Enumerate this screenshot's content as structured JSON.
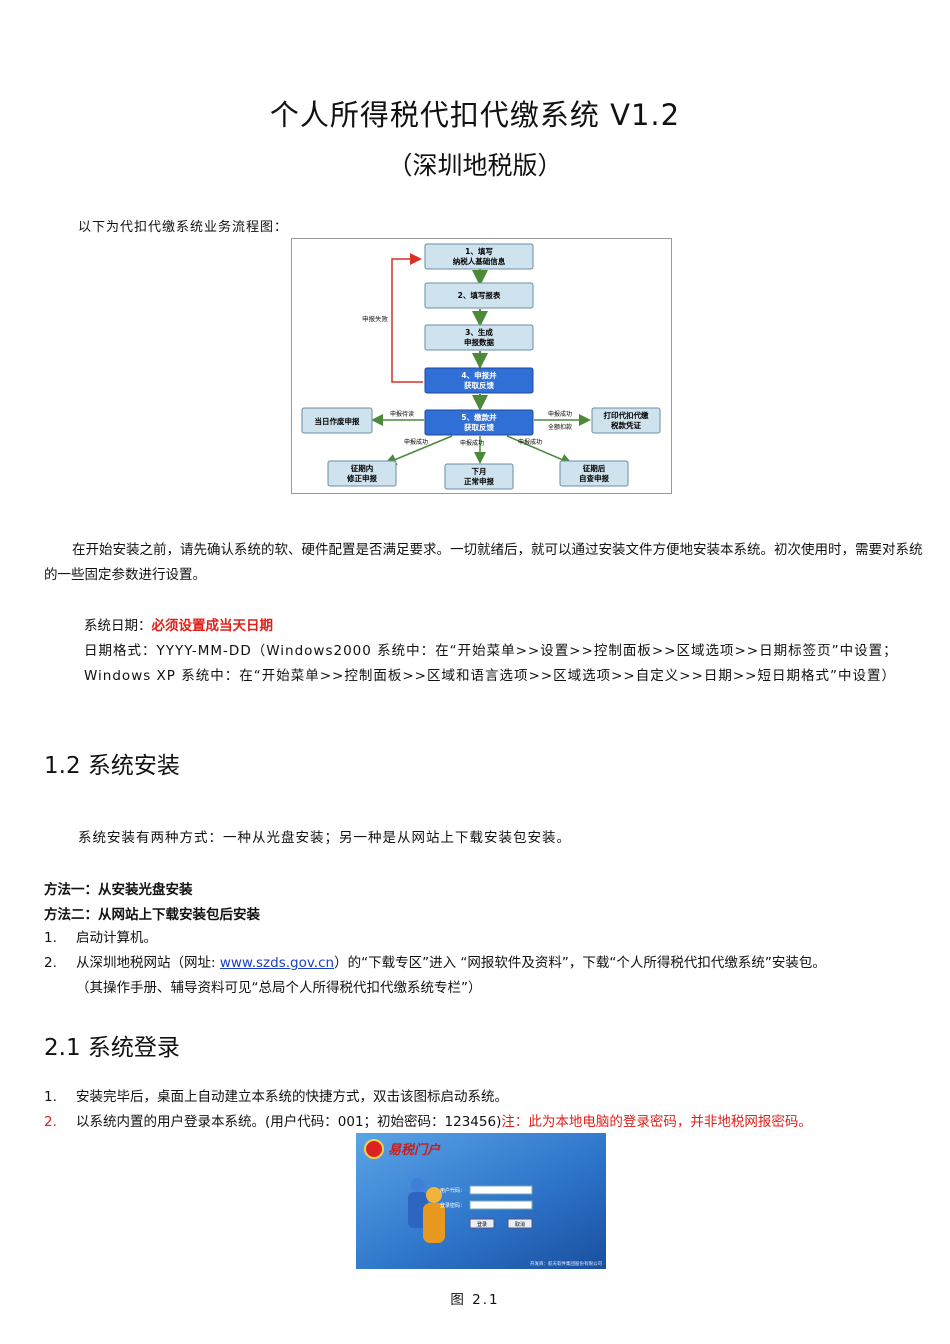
{
  "doc": {
    "title": "个人所得税代扣代缴系统 V1.2",
    "subtitle": "（深圳地税版）",
    "intro": "以下为代扣代缴系统业务流程图："
  },
  "flowchart": {
    "boxes": {
      "b1_l1": "1、填写",
      "b1_l2": "纳税人基础信息",
      "b2": "2、填写报表",
      "b3_l1": "3、生成",
      "b3_l2": "申报数据",
      "b4_l1": "4、申报并",
      "b4_l2": "获取反馈",
      "b5_l1": "5、缴款并",
      "b5_l2": "获取反馈",
      "left": "当日作废申报",
      "right_l1": "打印代扣代缴",
      "right_l2": "税款凭证",
      "bl_l1": "征期内",
      "bl_l2": "修正申报",
      "bm_l1": "下月",
      "bm_l2": "正常申报",
      "br_l1": "征期后",
      "br_l2": "自查申报"
    },
    "labels": {
      "fail": "申报失败",
      "voided": "申报待读",
      "pay_success": "申报成功",
      "full_deduct": "全额扣款",
      "s1": "申报成功",
      "s2": "申报成功",
      "s3": "申报成功"
    },
    "colors": {
      "box": "#cfe3ef",
      "box_active": "#2f6fd6",
      "arrow": "#4c8a3a",
      "fail": "#d9302a"
    }
  },
  "setup": {
    "para": "在开始安装之前，请先确认系统的软、硬件配置是否满足要求。一切就绪后，就可以通过安装文件方便地安装本系统。初次使用时，需要对系统的一些固定参数进行设置。",
    "date_label": "系统日期：",
    "date_req": "必须设置成当天日期",
    "date_format": "日期格式：YYYY-MM-DD（Windows2000 系统中：在“开始菜单>>设置>>控制面板>>区域选项>>日期标签页”中设置；Windows XP 系统中：在“开始菜单>>控制面板>>区域和语言选项>>区域选项>>自定义>>日期>>短日期格式”中设置）"
  },
  "install": {
    "heading": "1.2 系统安装",
    "para": "系统安装有两种方式：一种从光盘安装；另一种是从网站上下载安装包安装。",
    "method1": "方法一：从安装光盘安装",
    "method2": "方法二：从网站上下载安装包后安装",
    "steps": [
      {
        "num": "1.",
        "text": "启动计算机。"
      },
      {
        "num": "2.",
        "pre": "从深圳地税网站（网址: ",
        "link": "www.szds.gov.cn",
        "post": "）的“下载专区”进入 “网报软件及资料”，下载“个人所得税代扣代缴系统”安装包。",
        "note": "（其操作手册、辅导资料可见“总局个人所得税代扣代缴系统专栏”）"
      }
    ]
  },
  "login": {
    "heading": "2.1 系统登录",
    "steps": [
      {
        "num": "1.",
        "text": "安装完毕后，桌面上自动建立本系统的快捷方式，双击该图标启动系统。"
      },
      {
        "num": "2.",
        "text": "以系统内置的用户登录本系统。(用户代码：001；初始密码：123456)",
        "note": "注：此为本地电脑的登录密码，并非地税网报密码。"
      }
    ],
    "screen": {
      "brand": "易税门户",
      "user_label": "用户代码：",
      "pass_label": "登录密码：",
      "login_btn": "登录",
      "cancel_btn": "取消",
      "footer": "开发商：航天软件集团股份有限公司"
    },
    "caption": "图  2.1"
  }
}
